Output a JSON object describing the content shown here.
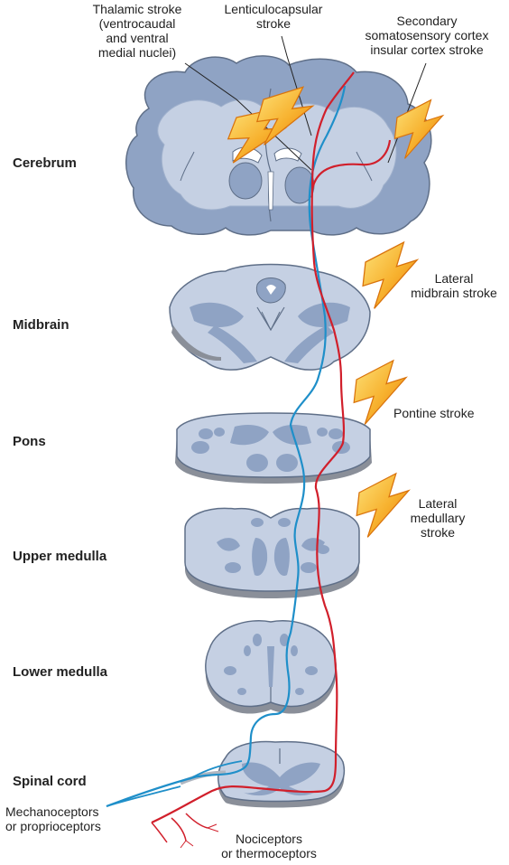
{
  "regions": {
    "cerebrum": "Cerebrum",
    "midbrain": "Midbrain",
    "pons": "Pons",
    "upper_medulla": "Upper medulla",
    "lower_medulla": "Lower medulla",
    "spinal_cord": "Spinal cord"
  },
  "strokes": {
    "thalamic": [
      "Thalamic stroke",
      "(ventrocaudal",
      "and ventral",
      "medial nuclei)"
    ],
    "lenticulocapsular": [
      "Lenticulocapsular",
      "stroke"
    ],
    "cortex": [
      "Secondary",
      "somatosensory cortex",
      "insular cortex stroke"
    ],
    "midbrain": [
      "Lateral",
      "midbrain stroke"
    ],
    "pontine": [
      "Pontine stroke"
    ],
    "medullary": [
      "Lateral",
      "medullary",
      "stroke"
    ]
  },
  "receptors": {
    "mechano": [
      "Mechanoceptors",
      "or proprioceptors"
    ],
    "noci": [
      "Nociceptors",
      "or thermoceptors"
    ]
  },
  "colors": {
    "tissue_dark": "#8fa3c4",
    "tissue_light": "#c5d0e3",
    "tissue_edge": "#5f6f88",
    "blue_pathway": "#1f8fc9",
    "red_pathway": "#d11f2b",
    "bolt_outer": "#f49c1a",
    "bolt_inner": "#fde37a"
  }
}
